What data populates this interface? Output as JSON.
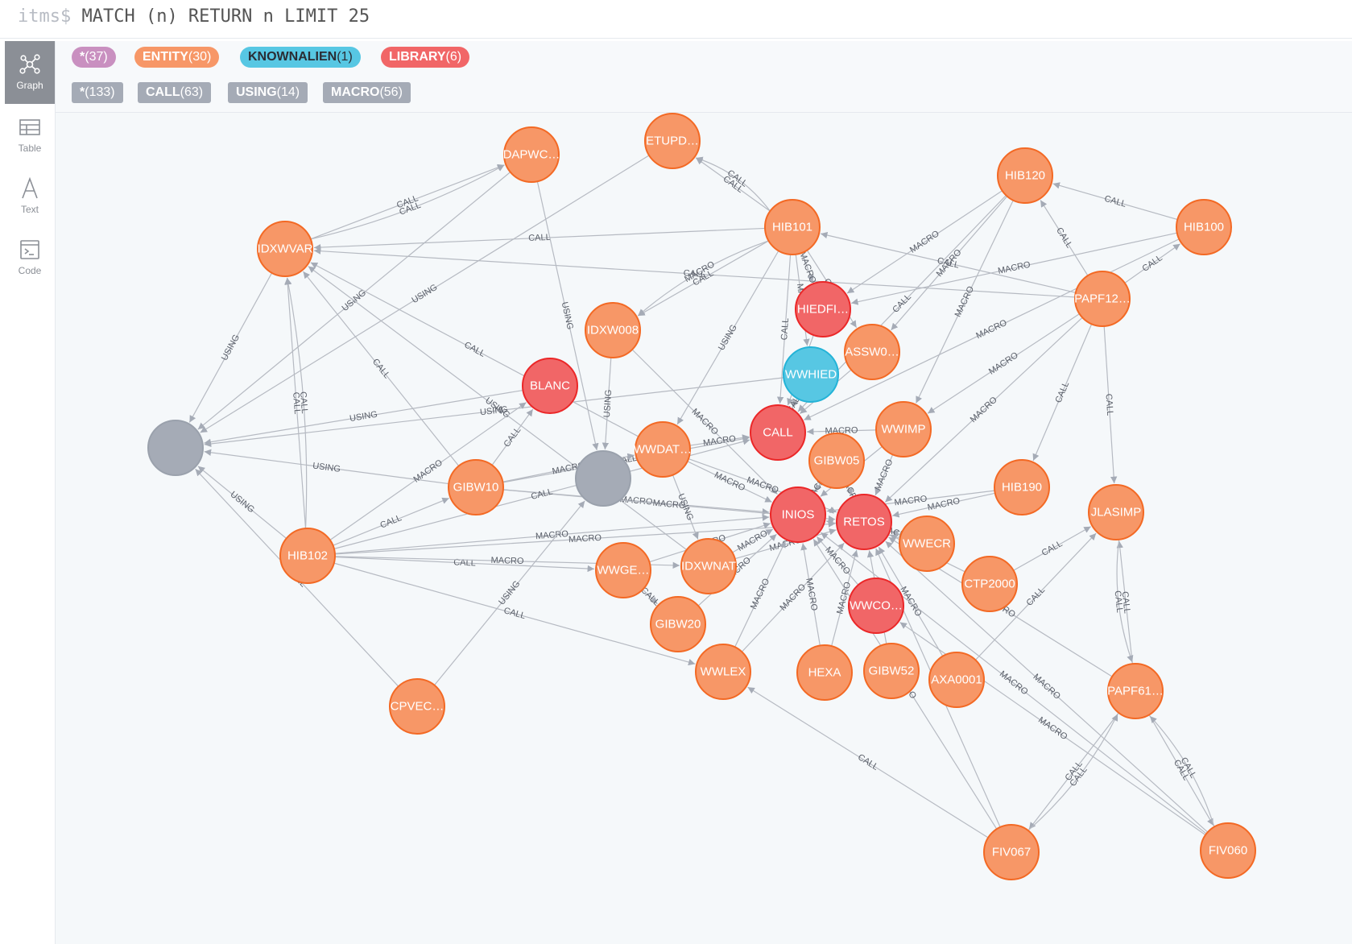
{
  "query": {
    "prompt": "itms$",
    "text": "MATCH (n) RETURN n LIMIT 25"
  },
  "sidebar": {
    "items": [
      {
        "label": "Graph",
        "icon": "graph-icon",
        "active": true
      },
      {
        "label": "Table",
        "icon": "table-icon",
        "active": false
      },
      {
        "label": "Text",
        "icon": "text-icon",
        "active": false
      },
      {
        "label": "Code",
        "icon": "code-icon",
        "active": false
      }
    ]
  },
  "legend": {
    "labels": [
      {
        "name": "*",
        "count": "(37)",
        "color": "#c990c0",
        "text_color": "#ffffff"
      },
      {
        "name": "ENTITY",
        "count": "(30)",
        "color": "#f79767",
        "text_color": "#ffffff"
      },
      {
        "name": "KNOWNALIEN",
        "count": "(1)",
        "color": "#57c7e3",
        "text_color": "#2a2c34"
      },
      {
        "name": "LIBRARY",
        "count": "(6)",
        "color": "#f16667",
        "text_color": "#ffffff"
      }
    ],
    "relationships": [
      {
        "name": "*",
        "count": "(133)"
      },
      {
        "name": "CALL",
        "count": "(63)"
      },
      {
        "name": "USING",
        "count": "(14)"
      },
      {
        "name": "MACRO",
        "count": "(56)"
      }
    ]
  },
  "colors": {
    "entity": "#f79767",
    "entity_border": "#f36924",
    "library": "#f16667",
    "library_border": "#eb2728",
    "alien": "#57c7e3",
    "alien_border": "#23b3d7",
    "unlabeled": "#a5abb6",
    "unlabeled_border": "#9aa1ac",
    "edge": "#b6bac2"
  },
  "nodes": [
    {
      "id": "dapwc",
      "label": "DAPWC…",
      "type": "entity"
    },
    {
      "id": "etupd",
      "label": "ETUPD…",
      "type": "entity"
    },
    {
      "id": "hib120",
      "label": "HIB120",
      "type": "entity"
    },
    {
      "id": "hib100",
      "label": "HIB100",
      "type": "entity"
    },
    {
      "id": "idxwvar",
      "label": "IDXWVAR",
      "type": "entity"
    },
    {
      "id": "hib101",
      "label": "HIB101",
      "type": "entity"
    },
    {
      "id": "hiedfi",
      "label": "HIEDFI…",
      "type": "library"
    },
    {
      "id": "papf12",
      "label": "PAPF12…",
      "type": "entity"
    },
    {
      "id": "idxw008",
      "label": "IDXW008",
      "type": "entity"
    },
    {
      "id": "assw0",
      "label": "ASSW0…",
      "type": "entity"
    },
    {
      "id": "wwhied",
      "label": "WWHIED",
      "type": "alien"
    },
    {
      "id": "blanc",
      "label": "BLANC",
      "type": "library"
    },
    {
      "id": "call",
      "label": "CALL",
      "type": "library"
    },
    {
      "id": "wwimp",
      "label": "WWIMP",
      "type": "entity"
    },
    {
      "id": "u1",
      "label": "",
      "type": "unlabeled"
    },
    {
      "id": "wwdat",
      "label": "WWDAT…",
      "type": "entity"
    },
    {
      "id": "gibw05",
      "label": "GIBW05",
      "type": "entity"
    },
    {
      "id": "gibw10",
      "label": "GIBW10",
      "type": "entity"
    },
    {
      "id": "u2",
      "label": "",
      "type": "unlabeled"
    },
    {
      "id": "hib190",
      "label": "HIB190",
      "type": "entity"
    },
    {
      "id": "jlasimp",
      "label": "JLASIMP",
      "type": "entity"
    },
    {
      "id": "inios",
      "label": "INIOS",
      "type": "library"
    },
    {
      "id": "retos",
      "label": "RETOS",
      "type": "library"
    },
    {
      "id": "wwecr",
      "label": "WWECR",
      "type": "entity"
    },
    {
      "id": "hib102",
      "label": "HIB102",
      "type": "entity"
    },
    {
      "id": "wwge",
      "label": "WWGE…",
      "type": "entity"
    },
    {
      "id": "idxwnat",
      "label": "IDXWNAT",
      "type": "entity"
    },
    {
      "id": "ctp2000",
      "label": "CTP2000",
      "type": "entity"
    },
    {
      "id": "wwco",
      "label": "WWCO…",
      "type": "library"
    },
    {
      "id": "gibw20",
      "label": "GIBW20",
      "type": "entity"
    },
    {
      "id": "wwlex",
      "label": "WWLEX",
      "type": "entity"
    },
    {
      "id": "hexa",
      "label": "HEXA",
      "type": "entity"
    },
    {
      "id": "gibw52",
      "label": "GIBW52",
      "type": "entity"
    },
    {
      "id": "axa0001",
      "label": "AXA0001",
      "type": "entity"
    },
    {
      "id": "papf61",
      "label": "PAPF61…",
      "type": "entity"
    },
    {
      "id": "cpvec",
      "label": "CPVEC…",
      "type": "entity"
    },
    {
      "id": "fiv067",
      "label": "FIV067",
      "type": "entity"
    },
    {
      "id": "fiv060",
      "label": "FIV060",
      "type": "entity"
    }
  ],
  "edges": [
    {
      "from": "idxwvar",
      "to": "dapwc",
      "label": "CALL"
    },
    {
      "from": "idxwvar",
      "to": "dapwc",
      "label": "CALL"
    },
    {
      "from": "hib101",
      "to": "idxwvar",
      "label": "CALL"
    },
    {
      "from": "hib101",
      "to": "etupd",
      "label": "CALL"
    },
    {
      "from": "hib101",
      "to": "etupd",
      "label": "CALL"
    },
    {
      "from": "papf12",
      "to": "idxwvar",
      "label": "CALL"
    },
    {
      "from": "idxwvar",
      "to": "u1",
      "label": "USING"
    },
    {
      "from": "dapwc",
      "to": "u1",
      "label": "USING"
    },
    {
      "from": "etupd",
      "to": "u1",
      "label": "USING"
    },
    {
      "from": "hib102",
      "to": "idxwvar",
      "label": "CALL"
    },
    {
      "from": "hib102",
      "to": "idxwvar",
      "label": "CALL"
    },
    {
      "from": "gibw10",
      "to": "idxwvar",
      "label": "CALL"
    },
    {
      "from": "wwdat",
      "to": "idxwvar",
      "label": "CALL"
    },
    {
      "from": "idxwnat",
      "to": "idxwvar",
      "label": "USING"
    },
    {
      "from": "idxw008",
      "to": "inios",
      "label": "MACRO"
    },
    {
      "from": "hib101",
      "to": "idxw008",
      "label": "CALL"
    },
    {
      "from": "hib101",
      "to": "idxw008",
      "label": "MACRO"
    },
    {
      "from": "hib101",
      "to": "hiedfi",
      "label": "MACRO"
    },
    {
      "from": "hib101",
      "to": "wwhied",
      "label": "MACRO"
    },
    {
      "from": "hib101",
      "to": "assw0",
      "label": "CALL"
    },
    {
      "from": "hib101",
      "to": "call",
      "label": "CALL"
    },
    {
      "from": "hib101",
      "to": "wwdat",
      "label": "USING"
    },
    {
      "from": "dapwc",
      "to": "u2",
      "label": "USING"
    },
    {
      "from": "hib120",
      "to": "hiedfi",
      "label": "MACRO"
    },
    {
      "from": "hib120",
      "to": "assw0",
      "label": "MACRO"
    },
    {
      "from": "hib120",
      "to": "wwimp",
      "label": "MACRO"
    },
    {
      "from": "hib120",
      "to": "call",
      "label": "CALL"
    },
    {
      "from": "papf12",
      "to": "hib120",
      "label": "CALL"
    },
    {
      "from": "papf12",
      "to": "hib101",
      "label": "CALL"
    },
    {
      "from": "papf12",
      "to": "hib100",
      "label": "CALL"
    },
    {
      "from": "papf12",
      "to": "hib190",
      "label": "CALL"
    },
    {
      "from": "papf12",
      "to": "jlasimp",
      "label": "CALL"
    },
    {
      "from": "papf12",
      "to": "wwimp",
      "label": "MACRO"
    },
    {
      "from": "papf12",
      "to": "retos",
      "label": "MACRO"
    },
    {
      "from": "hib100",
      "to": "hib120",
      "label": "CALL"
    },
    {
      "from": "hib100",
      "to": "hiedfi",
      "label": "MACRO"
    },
    {
      "from": "hib100",
      "to": "call",
      "label": "MACRO"
    },
    {
      "from": "blanc",
      "to": "u1",
      "label": "USING"
    },
    {
      "from": "wwhied",
      "to": "u1",
      "label": "USING"
    },
    {
      "from": "idxw008",
      "to": "u2",
      "label": "USING"
    },
    {
      "from": "gibw10",
      "to": "blanc",
      "label": "CALL"
    },
    {
      "from": "gibw10",
      "to": "call",
      "label": "CALL"
    },
    {
      "from": "gibw10",
      "to": "inios",
      "label": "MACRO"
    },
    {
      "from": "gibw10",
      "to": "retos",
      "label": "MACRO"
    },
    {
      "from": "gibw10",
      "to": "wwdat",
      "label": "MACRO"
    },
    {
      "from": "gibw10",
      "to": "u1",
      "label": "USING"
    },
    {
      "from": "hib102",
      "to": "gibw10",
      "label": "CALL"
    },
    {
      "from": "hib102",
      "to": "blanc",
      "label": "MACRO"
    },
    {
      "from": "hib102",
      "to": "inios",
      "label": "MACRO"
    },
    {
      "from": "hib102",
      "to": "retos",
      "label": "MACRO"
    },
    {
      "from": "hib102",
      "to": "wwge",
      "label": "CALL"
    },
    {
      "from": "hib102",
      "to": "idxwnat",
      "label": "MACRO"
    },
    {
      "from": "hib102",
      "to": "wwlex",
      "label": "CALL"
    },
    {
      "from": "hib102",
      "to": "u1",
      "label": "USING"
    },
    {
      "from": "hib102",
      "to": "call",
      "label": "CALL"
    },
    {
      "from": "wwdat",
      "to": "inios",
      "label": "MACRO"
    },
    {
      "from": "wwdat",
      "to": "retos",
      "label": "MACRO"
    },
    {
      "from": "wwdat",
      "to": "call",
      "label": "MACRO"
    },
    {
      "from": "wwdat",
      "to": "idxwnat",
      "label": "USING"
    },
    {
      "from": "wwimp",
      "to": "call",
      "label": "MACRO"
    },
    {
      "from": "wwimp",
      "to": "inios",
      "label": "MACRO"
    },
    {
      "from": "wwimp",
      "to": "retos",
      "label": "MACRO"
    },
    {
      "from": "gibw05",
      "to": "inios",
      "label": "MACRO"
    },
    {
      "from": "gibw05",
      "to": "retos",
      "label": "MACRO"
    },
    {
      "from": "hib190",
      "to": "retos",
      "label": "MACRO"
    },
    {
      "from": "hib190",
      "to": "inios",
      "label": "MACRO"
    },
    {
      "from": "wwecr",
      "to": "retos",
      "label": "MACRO"
    },
    {
      "from": "wwecr",
      "to": "inios",
      "label": "MACRO"
    },
    {
      "from": "ctp2000",
      "to": "jlasimp",
      "label": "CALL"
    },
    {
      "from": "ctp2000",
      "to": "retos",
      "label": "MACRO"
    },
    {
      "from": "wwge",
      "to": "gibw20",
      "label": "CALL"
    },
    {
      "from": "wwge",
      "to": "inios",
      "label": "MACRO"
    },
    {
      "from": "idxwnat",
      "to": "inios",
      "label": "MACRO"
    },
    {
      "from": "idxwnat",
      "to": "retos",
      "label": "MACRO"
    },
    {
      "from": "gibw20",
      "to": "inios",
      "label": "MACRO"
    },
    {
      "from": "wwlex",
      "to": "inios",
      "label": "MACRO"
    },
    {
      "from": "wwlex",
      "to": "retos",
      "label": "MACRO"
    },
    {
      "from": "hexa",
      "to": "inios",
      "label": "MACRO"
    },
    {
      "from": "hexa",
      "to": "retos",
      "label": "MACRO"
    },
    {
      "from": "gibw52",
      "to": "retos",
      "label": "MACRO"
    },
    {
      "from": "axa0001",
      "to": "retos",
      "label": "MACRO"
    },
    {
      "from": "axa0001",
      "to": "jlasimp",
      "label": "CALL"
    },
    {
      "from": "wwco",
      "to": "inios",
      "label": "MACRO"
    },
    {
      "from": "cpvec",
      "to": "u2",
      "label": "USING"
    },
    {
      "from": "cpvec",
      "to": "u1",
      "label": "CALL"
    },
    {
      "from": "papf61",
      "to": "jlasimp",
      "label": "CALL"
    },
    {
      "from": "jlasimp",
      "to": "papf61",
      "label": "CALL"
    },
    {
      "from": "papf61",
      "to": "fiv067",
      "label": "CALL"
    },
    {
      "from": "papf61",
      "to": "fiv060",
      "label": "CALL"
    },
    {
      "from": "papf61",
      "to": "retos",
      "label": "MACRO"
    },
    {
      "from": "fiv067",
      "to": "wwlex",
      "label": "CALL"
    },
    {
      "from": "fiv067",
      "to": "retos",
      "label": "MACRO"
    },
    {
      "from": "fiv067",
      "to": "inios",
      "label": "MACRO"
    },
    {
      "from": "fiv067",
      "to": "papf61",
      "label": "CALL"
    },
    {
      "from": "fiv060",
      "to": "papf61",
      "label": "CALL"
    },
    {
      "from": "fiv060",
      "to": "retos",
      "label": "MACRO"
    },
    {
      "from": "fiv060",
      "to": "inios",
      "label": "MACRO"
    },
    {
      "from": "fiv060",
      "to": "wwco",
      "label": "MACRO"
    },
    {
      "from": "hiedfi",
      "to": "call",
      "label": "MACRO"
    },
    {
      "from": "assw0",
      "to": "call",
      "label": "CALL"
    },
    {
      "from": "wwhied",
      "to": "call",
      "label": "CALL"
    }
  ]
}
